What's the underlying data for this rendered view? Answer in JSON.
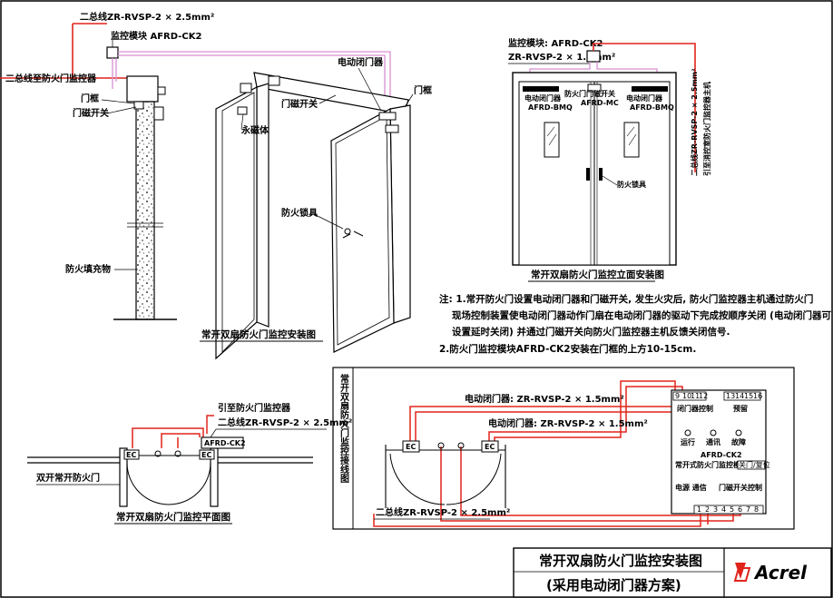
{
  "install": {
    "bus_line": "二总线ZR-RVSP-2 × 2.5mm²",
    "module": "监控模块 AFRD-CK2",
    "to_monitor": "二总线至防火门监控器",
    "door_frame": "门框",
    "mag_switch": "门磁开关",
    "fill": "防火填充物",
    "closer": "电动闭门器",
    "mag_switch2": "门磁开关",
    "door_frame2": "门框",
    "magnet": "永磁体",
    "lock": "防火锁具",
    "caption": "常开双扇防火门监控安装图"
  },
  "elevation": {
    "module": "监控模块: AFRD-CK2",
    "cable": "ZR-RVSP-2 × 1.5mm²",
    "closer_left": "电动闭门器",
    "closer_left_model": "AFRD-BMQ",
    "mag": "防火门门磁开关",
    "mag_model": "AFRD-MC",
    "closer_right": "电动闭门器",
    "closer_right_model": "AFRD-BMQ",
    "lock": "防火锁具",
    "vertical_line1": "二总线ZR-RVSP-2 × 2.5mm²",
    "vertical_line2": "引至消控室防火门监控器主机",
    "caption": "常开双扇防火门监控立面安装图"
  },
  "notes": [
    "注: 1.常开防火门设置电动闭门器和门磁开关, 发生火灾后, 防火门监控器主机通过防火门",
    "现场控制装置使电动闭门器动作门扇在电动闭门器的驱动下完成按顺序关闭 (电动闭门器可",
    "设置延时关闭) 并通过门磁开关向防火门监控器主机反馈关闭信号.",
    "2.防火门监控模块AFRD-CK2安装在门框的上方10-15cm."
  ],
  "plan": {
    "to_monitor": "引至防火门监控器",
    "bus": "二总线ZR-RVSP-2 × 2.5mm²",
    "module": "AFRD-CK2",
    "ec": "EC",
    "door_label": "双开常开防火门",
    "caption": "常开双扇防火门监控平面图"
  },
  "wiring": {
    "vertical_title": "常开双扇防火门监控接线图",
    "cable1": "电动闭门器: ZR-RVSP-2 × 1.5mm²",
    "cable2": "电动闭门器: ZR-RVSP-2 × 1.5mm²",
    "bus": "二总线ZR-RVSP-2 × 2.5mm²",
    "ec": "EC",
    "terminals_top_left": [
      "9",
      "10",
      "11",
      "12"
    ],
    "terminals_top_right": [
      "13",
      "14",
      "15",
      "16"
    ],
    "closer_ctrl": "闭门器控制",
    "reserved": "预留",
    "run": "运行",
    "comm": "通讯",
    "fault": "故障",
    "model": "AFRD-CK2",
    "model_desc": "常开式防火门监控模块",
    "door_close": "关门/复位",
    "power_comm": "电源 通信",
    "mag_ctrl": "门磁开关控制",
    "terminals_bottom": [
      "1",
      "2",
      "3",
      "4",
      "5",
      "6",
      "7",
      "8"
    ]
  },
  "title_block": {
    "line1": "常开双扇防火门监控安装图",
    "line2": "(采用电动闭门器方案)",
    "logo": "Acrel"
  },
  "colors": {
    "red": "#e0241b",
    "pink": "#d98fd3",
    "black": "#000000"
  }
}
